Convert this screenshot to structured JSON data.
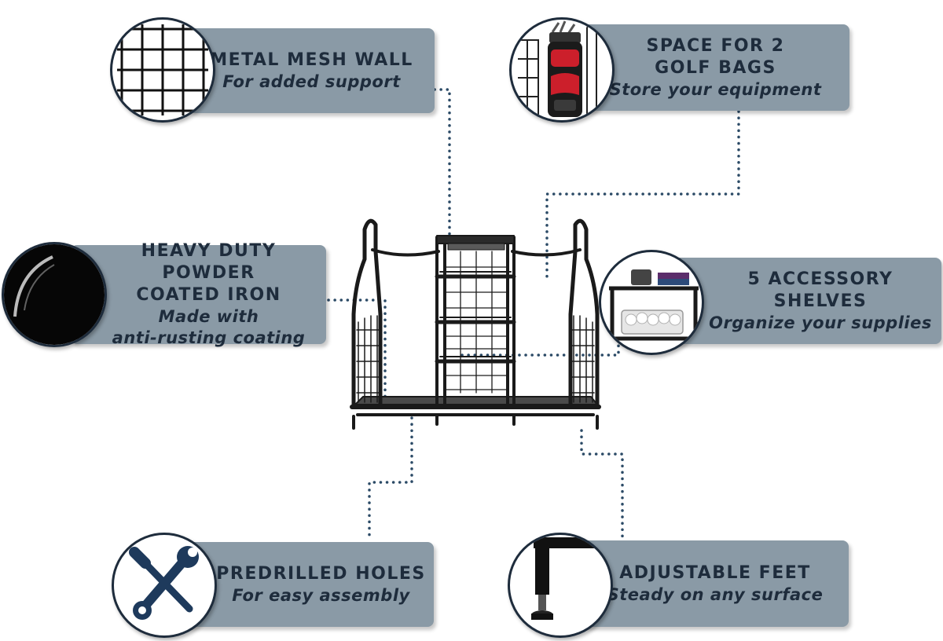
{
  "colors": {
    "label_bg": "#8a9aa6",
    "text": "#1e2c3c",
    "dots": "#2b4a66",
    "golf_bag_accent": "#cc1f2b"
  },
  "features": {
    "mesh": {
      "title": "METAL MESH WALL",
      "subtitle": "For added support",
      "icon": "mesh-grid-icon"
    },
    "bags": {
      "title": "SPACE FOR 2\nGOLF BAGS",
      "subtitle": "Store your equipment",
      "icon": "golf-bag-icon"
    },
    "iron": {
      "title": "HEAVY DUTY POWDER\nCOATED IRON",
      "subtitle": "Made with\nanti-rusting coating",
      "icon": "black-coating-icon"
    },
    "shelves": {
      "title": "5 ACCESSORY SHELVES",
      "subtitle": "Organize your supplies",
      "icon": "shelf-icon"
    },
    "holes": {
      "title": "PREDRILLED HOLES",
      "subtitle": "For easy assembly",
      "icon": "tools-icon"
    },
    "feet": {
      "title": "ADJUSTABLE FEET",
      "subtitle": "Steady on any surface",
      "icon": "adjustable-foot-icon"
    }
  }
}
